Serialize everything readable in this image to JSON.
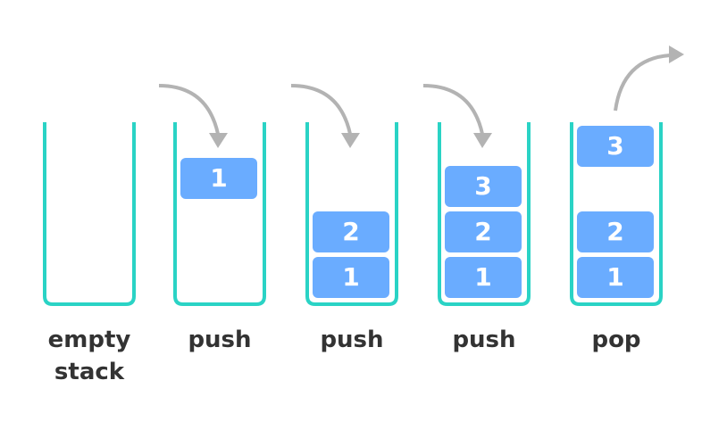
{
  "colors": {
    "container": "#2ad3c5",
    "block": "#6aacff",
    "block_text": "#ffffff",
    "arrow": "#b3b3b3",
    "label": "#333333"
  },
  "stacks": [
    {
      "label_lines": [
        "empty",
        "stack"
      ],
      "blocks": []
    },
    {
      "label_lines": [
        "push"
      ],
      "blocks": [
        "1"
      ]
    },
    {
      "label_lines": [
        "push"
      ],
      "blocks": [
        "2",
        "1"
      ]
    },
    {
      "label_lines": [
        "push"
      ],
      "blocks": [
        "3",
        "2",
        "1"
      ]
    },
    {
      "label_lines": [
        "pop"
      ],
      "blocks": [
        "3",
        "2",
        "1"
      ]
    }
  ],
  "icons": [
    "arrow-in-icon",
    "arrow-out-icon"
  ]
}
